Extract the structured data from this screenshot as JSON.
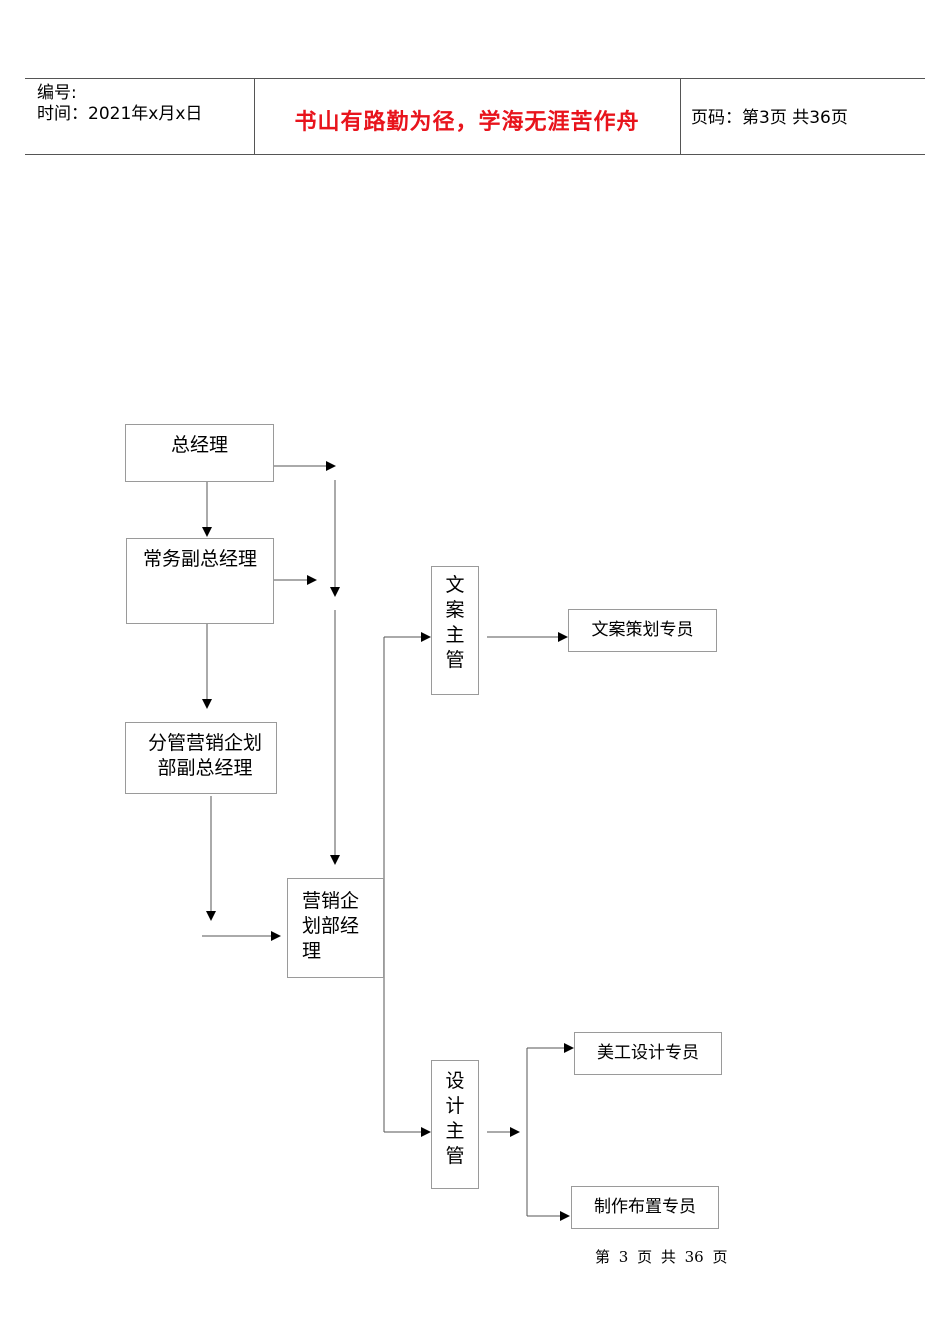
{
  "header": {
    "number_label": "编号:",
    "date_label": "时间：2021年x月x日",
    "motto": "书山有路勤为径，学海无涯苦作舟",
    "page_label": "页码：第3页  共36页"
  },
  "org_chart": {
    "nodes": {
      "gm": "总经理",
      "exec_vp": "常务副总经理",
      "marketing_vp": "分管营销企划部副总经理",
      "marketing_manager": "营销企划部经理",
      "copy_supervisor": "文案主管",
      "copy_specialist": "文案策划专员",
      "design_supervisor": "设计主管",
      "art_specialist": "美工设计专员",
      "production_specialist": "制作布置专员"
    }
  },
  "footer": {
    "page_text": "第 3 页 共 36 页"
  }
}
